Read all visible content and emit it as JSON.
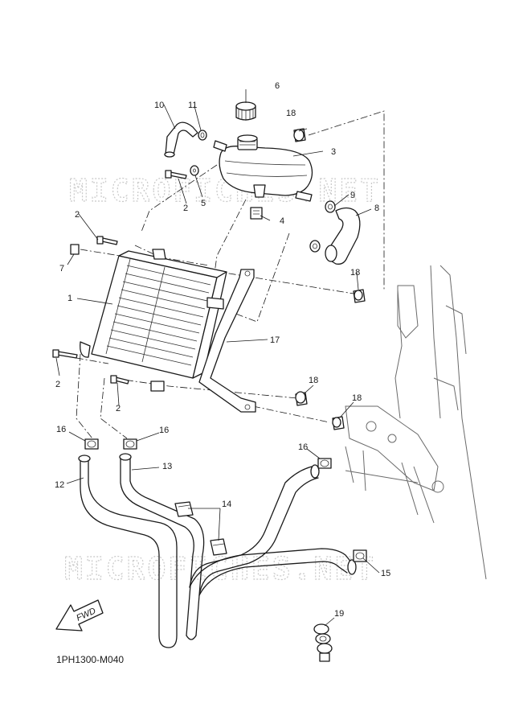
{
  "diagram": {
    "code": "1PH1300-M040",
    "watermark": "MICROFICHES.NET",
    "direction_label": "FWD",
    "callouts": [
      "1",
      "2",
      "3",
      "4",
      "5",
      "6",
      "7",
      "8",
      "9",
      "10",
      "11",
      "12",
      "13",
      "14",
      "15",
      "16",
      "17",
      "18",
      "19"
    ]
  },
  "colors": {
    "line": "#1a1a1a",
    "watermark": "#c9c9c9",
    "background": "#ffffff"
  }
}
